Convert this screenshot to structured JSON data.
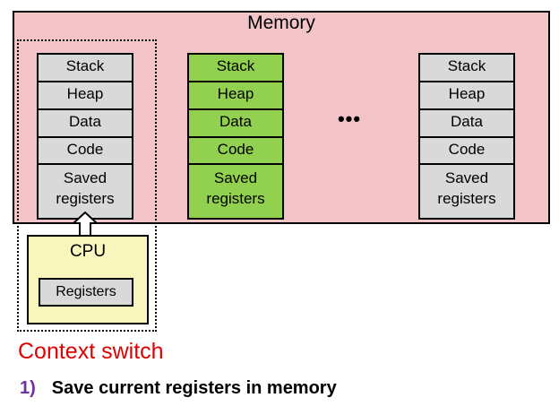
{
  "memory": {
    "title": "Memory"
  },
  "processes": [
    {
      "segments": [
        "Stack",
        "Heap",
        "Data",
        "Code"
      ],
      "saved": [
        "Saved",
        "registers"
      ],
      "color": "#d9d9d9"
    },
    {
      "segments": [
        "Stack",
        "Heap",
        "Data",
        "Code"
      ],
      "saved": [
        "Saved",
        "registers"
      ],
      "color": "#92d050"
    },
    {
      "segments": [
        "Stack",
        "Heap",
        "Data",
        "Code"
      ],
      "saved": [
        "Saved",
        "registers"
      ],
      "color": "#d9d9d9"
    }
  ],
  "ellipsis": "•••",
  "cpu": {
    "label": "CPU",
    "registers": "Registers"
  },
  "caption": {
    "title": "Context switch",
    "step_number": "1)",
    "step_text": "Save current registers in memory"
  },
  "colors": {
    "memory_bg": "#f2c4c8",
    "cpu_bg": "#f8f6bd",
    "active_process": "#92d050",
    "inactive_process": "#d9d9d9",
    "context_switch_text": "#e00000",
    "step_number": "#7030a0"
  }
}
